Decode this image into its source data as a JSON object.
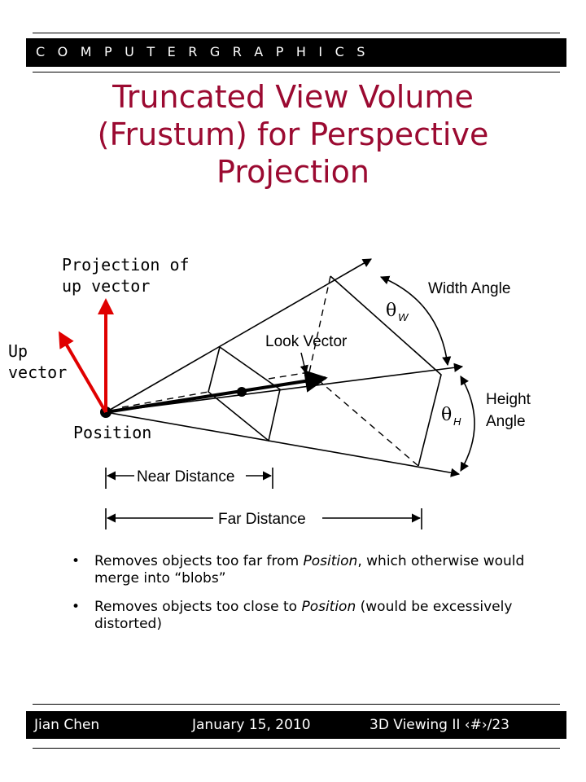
{
  "header": {
    "course": "C O M P U T E R   G R A P H I C S"
  },
  "slide": {
    "title_lines": [
      "Truncated View Volume",
      "(Frustum) for Perspective",
      "Projection"
    ]
  },
  "diagram": {
    "projection_of_up_vector_lines": [
      "Projection of",
      "up vector"
    ],
    "up_vector_lines": [
      "Up",
      "vector"
    ],
    "position_label": "Position",
    "look_vector_label": "Look Vector",
    "width_angle_label": "Width Angle",
    "height_angle_lines": [
      "Height",
      "Angle"
    ],
    "theta_w_symbol": "θ",
    "theta_w_subscript": "W",
    "theta_h_symbol": "θ",
    "theta_h_subscript": "H",
    "near_distance_label": "Near Distance",
    "far_distance_label": "Far Distance",
    "colors": {
      "arrow_red": "#e00000",
      "title": "#9b0a31"
    }
  },
  "bullets": [
    {
      "before": "Removes objects too far from ",
      "emphasis": "Position",
      "after": ", which otherwise would merge into “blobs”"
    },
    {
      "before": "Removes objects too close to ",
      "emphasis": "Position",
      "after": " (would be excessively distorted)"
    }
  ],
  "footer": {
    "author": "Jian Chen",
    "date": "January 15, 2010",
    "slide_info": "3D Viewing II ‹#›/23"
  }
}
